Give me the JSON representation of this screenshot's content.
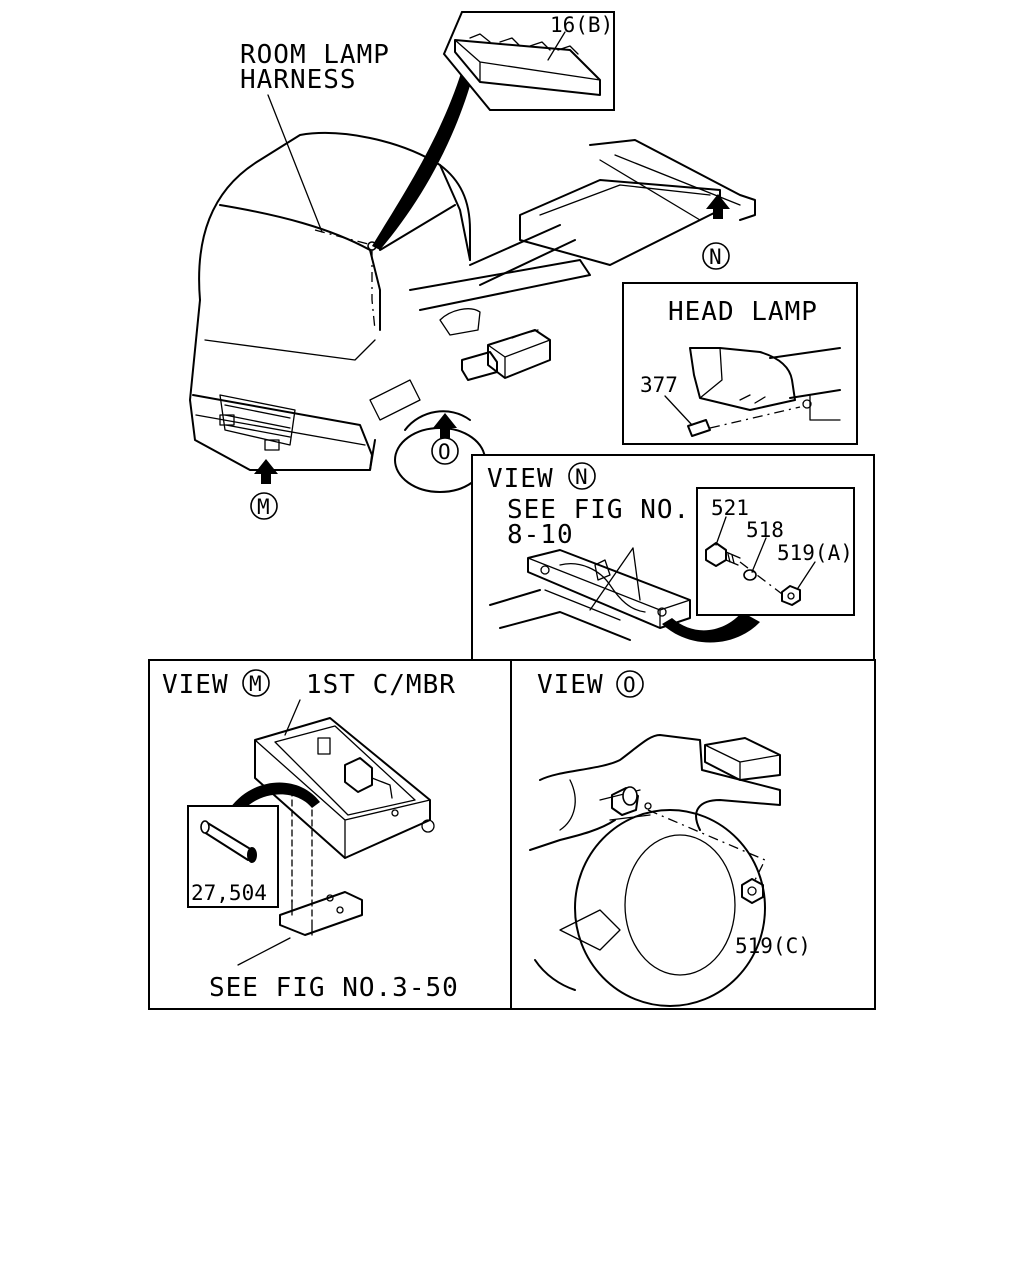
{
  "labels": {
    "room_lamp_line1": "ROOM LAMP",
    "room_lamp_line2": "HARNESS",
    "part_16b": "16(B)",
    "head_lamp": "HEAD LAMP",
    "part_377": "377",
    "view_n_title": "VIEW",
    "see_fig_810_line1": "SEE FIG NO.",
    "see_fig_810_line2": "8-10",
    "part_521": "521",
    "part_518": "518",
    "part_519a": "519(A)",
    "view_m_title": "VIEW",
    "first_cmbr": "1ST C/MBR",
    "part_27_504": "27,504",
    "see_fig_350": "SEE FIG NO.3-50",
    "view_o_title": "VIEW",
    "part_519c": "519(C)"
  },
  "markers": {
    "n": "N",
    "m": "M",
    "o": "O"
  }
}
